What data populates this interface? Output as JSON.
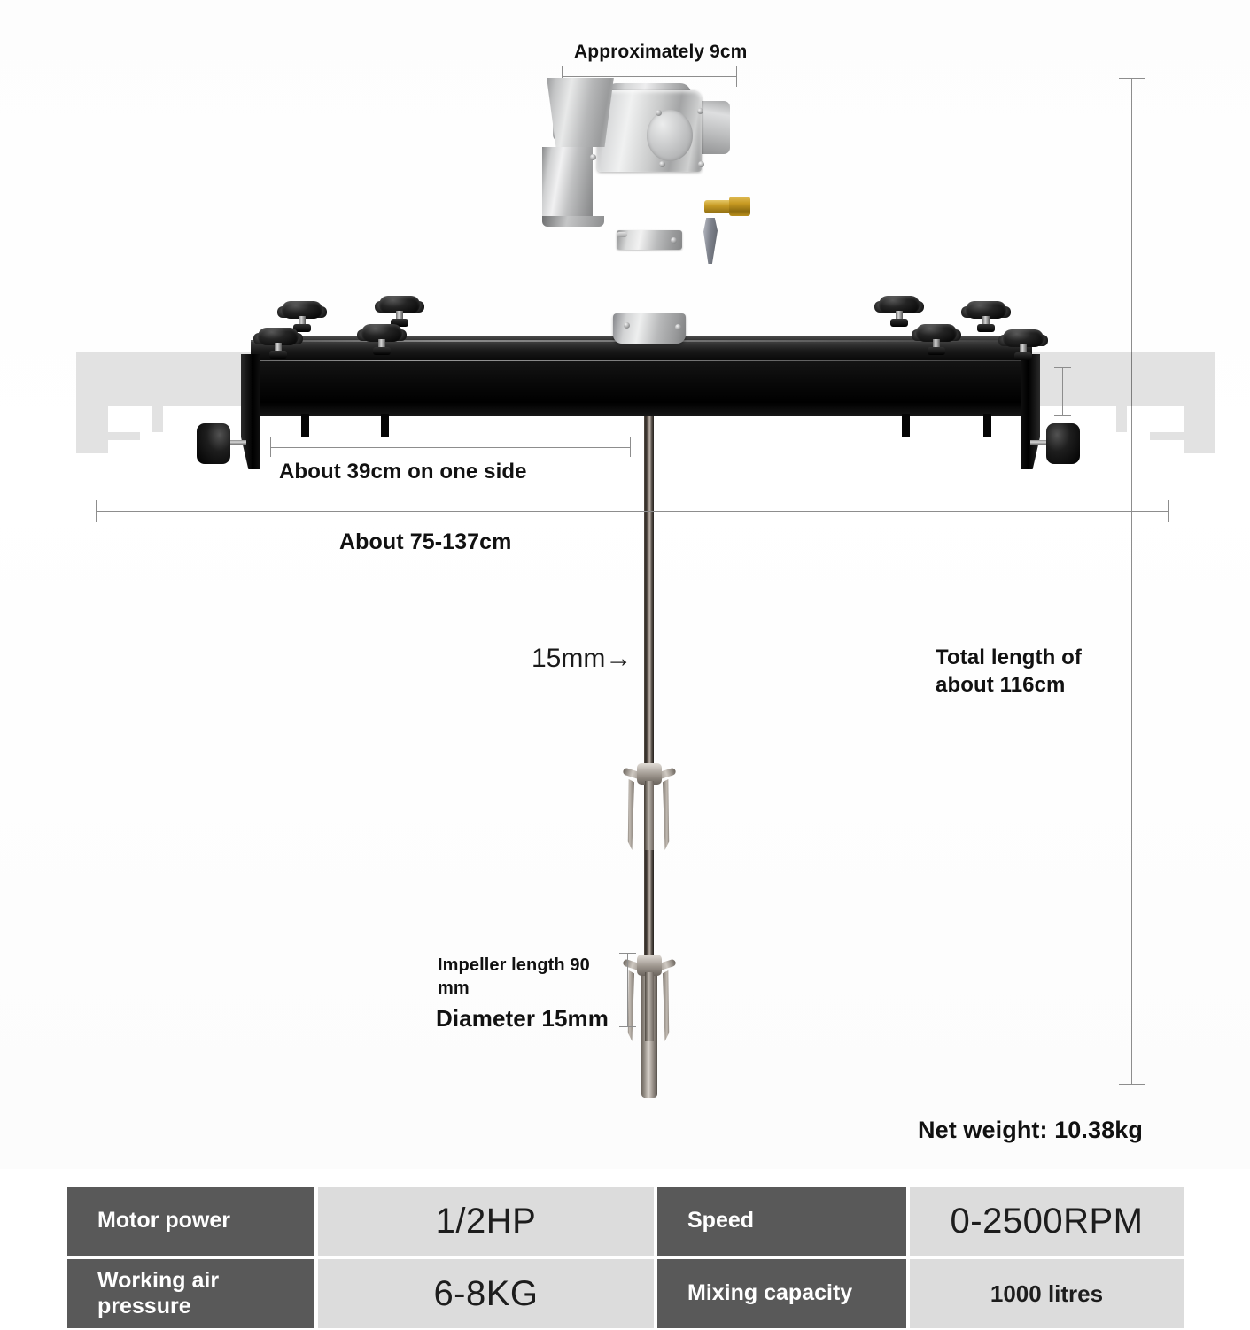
{
  "product": {
    "type": "pneumatic-barrel-mixer-diagram",
    "title_alt": "Air powered drum mixer with adjustable clamp bracket"
  },
  "annotations": {
    "motor_width": "Approximately 9cm",
    "one_side": "About 39cm on one side",
    "total_width": "About 75-137cm",
    "shaft_diameter": "15mm→",
    "total_length": "Total length of\nabout 116cm",
    "total_length_line1": "Total length of",
    "total_length_line2": "about 116cm",
    "impeller_length_line1": "Impeller length 90",
    "impeller_length_line2": "mm",
    "impeller_diameter": "Diameter 15mm",
    "net_weight": "Net weight: 10.38kg"
  },
  "spec_table": {
    "rows": [
      {
        "key1": "Motor power",
        "value1": "1/2HP",
        "key2": "Speed",
        "value2": "0-2500RPM"
      },
      {
        "key1": "Working air\npressure",
        "key1_line1": "Working air",
        "key1_line2": "pressure",
        "value1": "6-8KG",
        "key2": "Mixing capacity",
        "value2": "1000 litres"
      }
    ],
    "colors": {
      "key_bg": "#595959",
      "key_text": "#ffffff",
      "value_bg": "#dcdcdc",
      "value_text": "#1d1d1d",
      "divider": "#ffffff"
    }
  },
  "parts": {
    "motor": "pneumatic-motor-head",
    "brass_fitting": "brass-air-inlet-fitting",
    "throttle_lever": "throttle-lever",
    "bracket": "black-adjustable-clamp-bracket",
    "knobs_top_count": 8,
    "side_clamp_knobs": 2,
    "shaft": "stainless-mixing-shaft",
    "impellers": 2
  },
  "colors": {
    "background": "#ffffff",
    "bracket": "#0a0a0a",
    "metal": "#c9cacb",
    "brass": "#c89c25",
    "dimension_line": "#8d8d8d",
    "text": "#111111"
  }
}
